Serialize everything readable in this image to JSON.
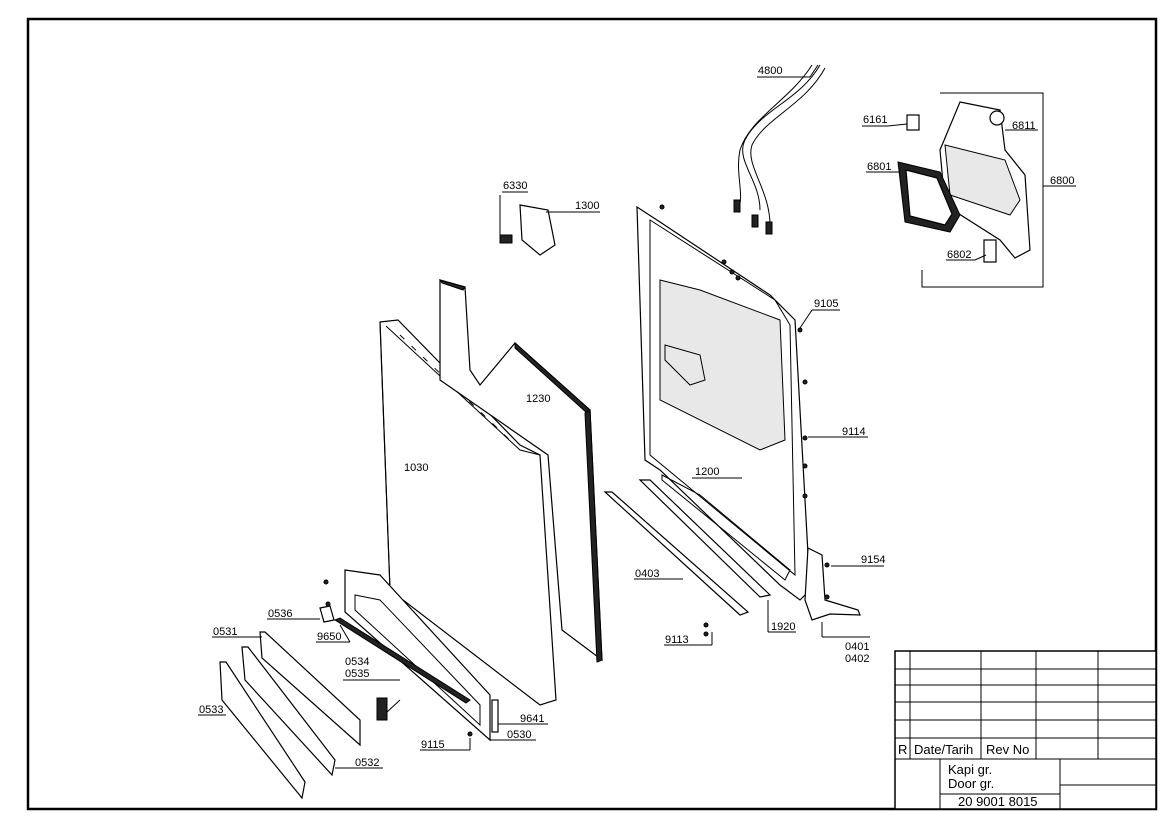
{
  "labels": {
    "p4800": "4800",
    "p6161": "6161",
    "p6811": "6811",
    "p6801": "6801",
    "p6800": "6800",
    "p6802": "6802",
    "p6330": "6330",
    "p1300": "1300",
    "p9105": "9105",
    "p1230": "1230",
    "p1030": "1030",
    "p9114": "9114",
    "p1200": "1200",
    "p9154": "9154",
    "p0403": "0403",
    "p0536": "0536",
    "p0531": "0531",
    "p9650": "9650",
    "p1920": "1920",
    "p9113": "9113",
    "p0401": "0401",
    "p0402": "0402",
    "p0534": "0534",
    "p0535": "0535",
    "p0533": "0533",
    "p9641": "9641",
    "p9115": "9115",
    "p0530": "0530",
    "p0532": "0532"
  },
  "title_block": {
    "rev_marker": "R",
    "date_header": "Date/Tarih",
    "rev_header": "Rev No",
    "name_tr": "Kapi gr.",
    "name_en": "Door gr.",
    "drawing_number": "20 9001 8015"
  }
}
